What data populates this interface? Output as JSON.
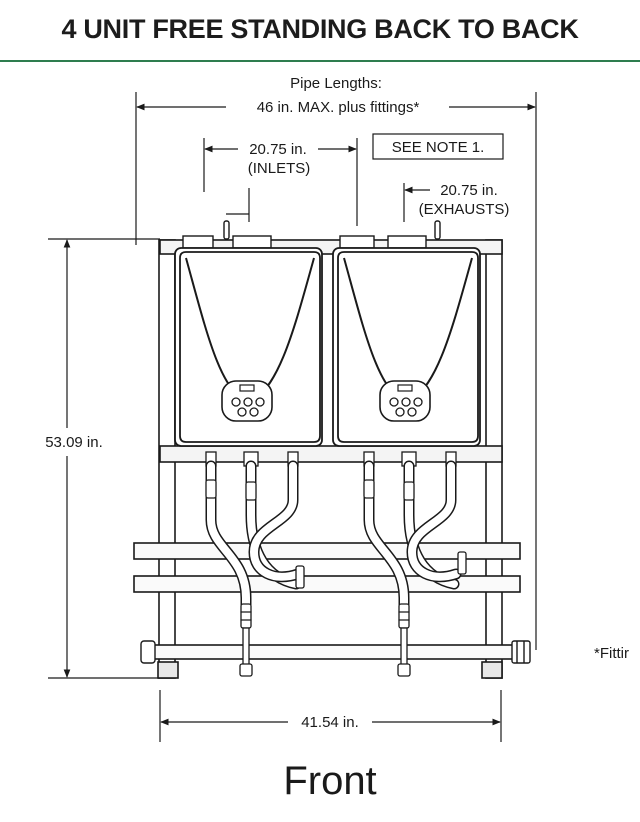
{
  "title": "4 UNIT FREE STANDING BACK TO BACK",
  "annotations": {
    "pipe_lengths": "Pipe Lengths:",
    "max_length": "46 in. MAX. plus fittings*",
    "inlets_width": "20.75 in.",
    "inlets_label": "(INLETS)",
    "see_note": "SEE NOTE 1.",
    "exhausts_width": "20.75 in.",
    "exhausts_label": "(EXHAUSTS)",
    "height": "53.09 in.",
    "base_width": "41.54 in.",
    "fittings_note": "*Fittir"
  },
  "view_label": "Front"
}
